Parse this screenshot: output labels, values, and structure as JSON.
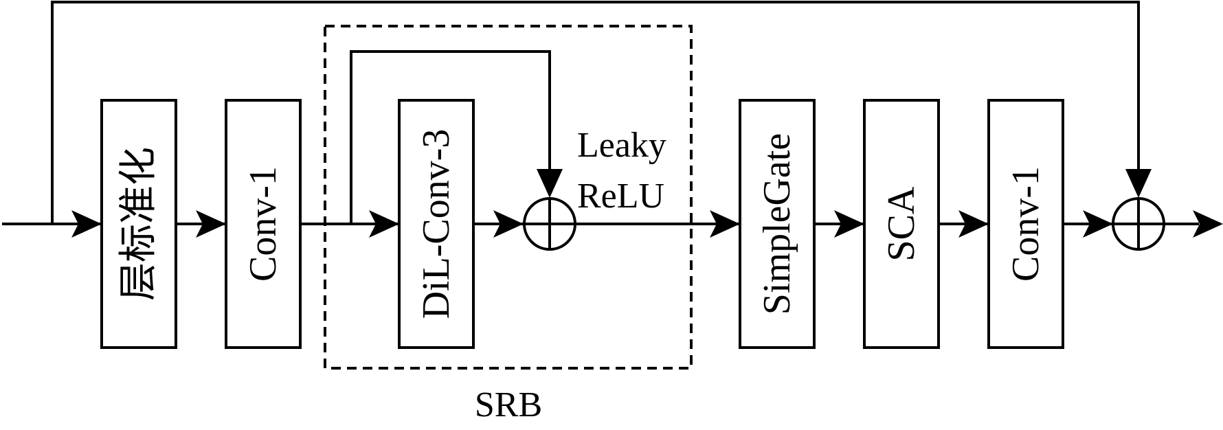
{
  "diagram": {
    "blocks": {
      "layer_norm": "层标准化",
      "conv1_first": "Conv-1",
      "dil_conv3": "DiL-Conv-3",
      "simple_gate": "SimpleGate",
      "sca": "SCA",
      "conv1_last": "Conv-1"
    },
    "activation": {
      "line1": "Leaky",
      "line2": "ReLU"
    },
    "group_label": "SRB"
  }
}
